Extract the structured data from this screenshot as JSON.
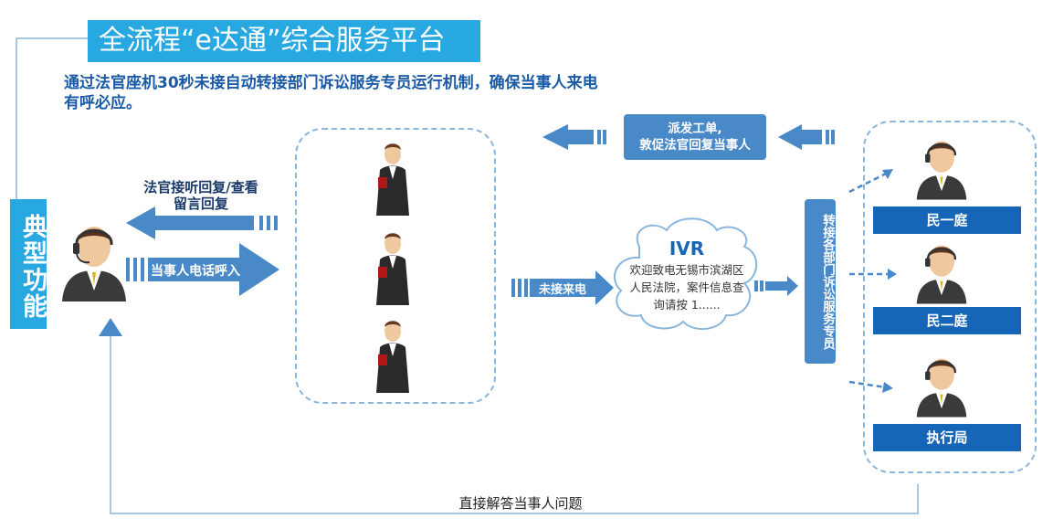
{
  "title": "全流程“e达通”综合服务平台",
  "subtitle_line1": "通过法官座机30秒未接自动转接部门诉讼服务专员运行机制，确保当事人来电",
  "subtitle_line2": "有呼必应。",
  "side_label": "典型功能",
  "judge_reply": {
    "line1": "法官接听回复/查看",
    "line2": "留言回复"
  },
  "caller_arrow": "当事人电话呼入",
  "unanswered_arrow": "未接来电",
  "ivr": {
    "title": "IVR",
    "text": "欢迎致电无锡市滨湖区人民法院，案件信息查询请按 1......"
  },
  "dispatch": {
    "line1": "派发工单,",
    "line2": "敦促法官回复当事人"
  },
  "transfer_label": "转接各部门诉讼服务专员",
  "departments": [
    "民一庭",
    "民二庭",
    "执行局"
  ],
  "bottom_text": "直接解答当事人问题",
  "colors": {
    "accent": "#28a8e0",
    "dept": "#1565b8",
    "arrow": "#4a89c8",
    "dash": "#8ab6dc"
  }
}
